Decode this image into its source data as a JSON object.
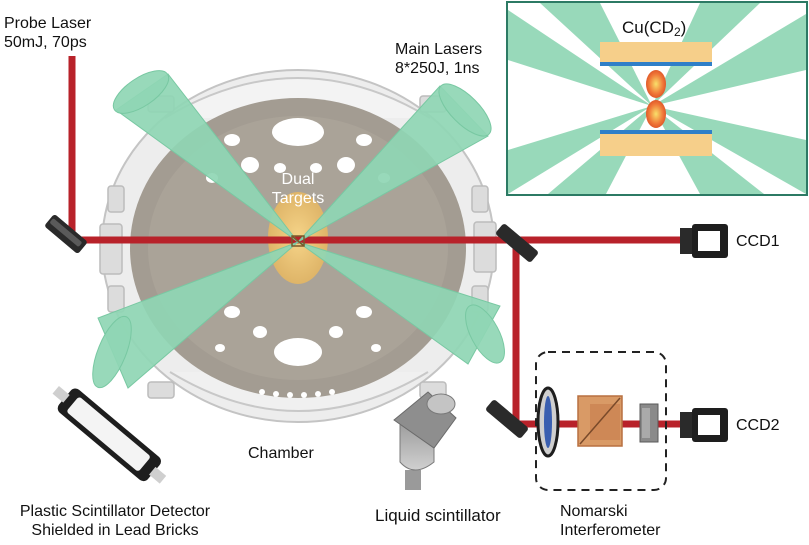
{
  "labels": {
    "probe_laser_line1": "Probe Laser",
    "probe_laser_line2": "50mJ, 70ps",
    "main_lasers_line1": "Main Lasers",
    "main_lasers_line2": "8*250J, 1ns",
    "dual_targets_line1": "Dual",
    "dual_targets_line2": "Targets",
    "ccd1": "CCD1",
    "ccd2": "CCD2",
    "chamber": "Chamber",
    "plastic_detector_line1": "Plastic Scintillator Detector",
    "plastic_detector_line2": "Shielded in Lead Bricks",
    "liquid_scintillator": "Liquid scintillator",
    "nomarski_line1": "Nomarski",
    "nomarski_line2": "Interferometer",
    "inset_target": "Cu(CD",
    "inset_target_sub": "2",
    "inset_target_close": ")"
  },
  "colors": {
    "laser_red": "#b8222a",
    "main_beam_green": "#8fd6b4",
    "chamber_grey": "#e4e4e4",
    "chamber_inner": "#9a948a",
    "target_glow": "#f0c46a",
    "copper_slab": "#f6cf8a",
    "cd2_layer": "#2f7fc8",
    "plasma_orange": "#f07838",
    "mirror_dark": "#2a2a2a",
    "frame_teal": "#2c7a64"
  }
}
